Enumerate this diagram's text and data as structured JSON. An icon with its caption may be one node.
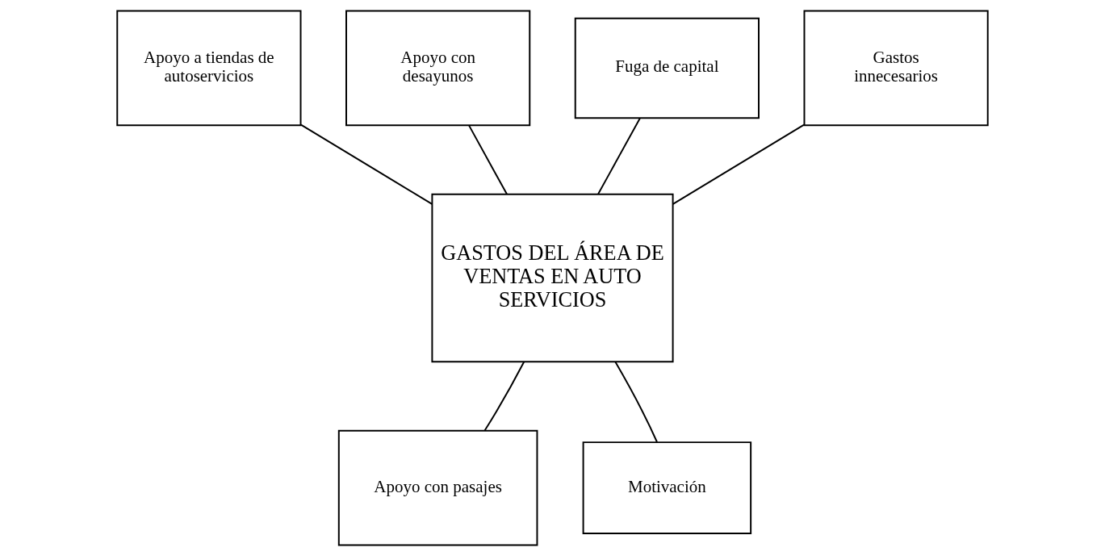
{
  "diagram": {
    "nodes": [
      {
        "text": [
          "Apoyo a tiendas de autoservicios"
        ]
      },
      {
        "text": [
          "Apoyo con desayunos"
        ]
      },
      {
        "text": [
          "Fuga de capital"
        ]
      },
      {
        "text": [
          "Gastos innecesarios"
        ]
      },
      {
        "text": [
          "GASTOS DEL ÁREA DE VENTAS EN AUTO SERVICIOS"
        ]
      },
      {
        "text": [
          "Apoyo con pasajes"
        ]
      },
      {
        "text": [
          "Motivación"
        ]
      }
    ],
    "edges": [
      {
        "from": 0,
        "to": 4,
        "arrow": "none"
      },
      {
        "from": 1,
        "to": 4,
        "arrow": "none"
      },
      {
        "from": 2,
        "to": 4,
        "arrow": "none"
      },
      {
        "from": 3,
        "to": 4,
        "arrow": "none"
      },
      {
        "from": 5,
        "to": 4,
        "arrow": "none"
      },
      {
        "from": 6,
        "to": 4,
        "arrow": "none"
      }
    ]
  }
}
